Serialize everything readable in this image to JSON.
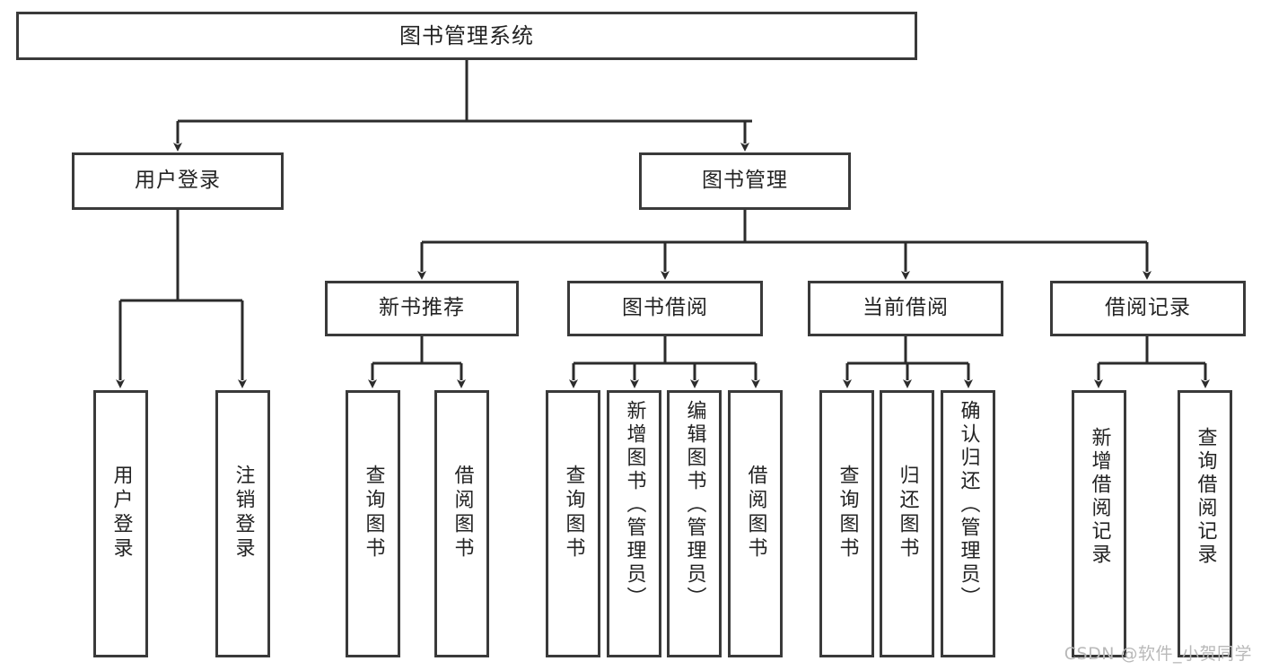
{
  "diagram": {
    "title": "图书管理系统",
    "type": "tree-hierarchy",
    "orientation": "top-down",
    "colors": {
      "box_border": "#3a3a3a",
      "box_fill": "#ffffff",
      "connector": "#2b2b2b",
      "text": "#232323",
      "watermark": "#b9b9b9",
      "background": "#ffffff"
    }
  },
  "root": {
    "label": "图书管理系统"
  },
  "level2": [
    {
      "label": "用户登录"
    },
    {
      "label": "图书管理"
    }
  ],
  "level3": [
    {
      "label": "新书推荐"
    },
    {
      "label": "图书借阅"
    },
    {
      "label": "当前借阅"
    },
    {
      "label": "借阅记录"
    }
  ],
  "leaves": {
    "user_login": [
      {
        "label": "用户登录"
      },
      {
        "label": "注销登录"
      }
    ],
    "new_book": [
      {
        "label": "查询图书"
      },
      {
        "label": "借阅图书"
      }
    ],
    "book_borrow": [
      {
        "label": "查询图书"
      },
      {
        "label": "新增图书（管理员）"
      },
      {
        "label": "编辑图书（管理员）"
      },
      {
        "label": "借阅图书"
      }
    ],
    "current_borrow": [
      {
        "label": "查询图书"
      },
      {
        "label": "归还图书"
      },
      {
        "label": "确认归还（管理员）"
      }
    ],
    "borrow_record": [
      {
        "label": "新增借阅记录"
      },
      {
        "label": "查询借阅记录"
      }
    ]
  },
  "watermark": {
    "text": "CSDN @软件_小贺同学"
  }
}
